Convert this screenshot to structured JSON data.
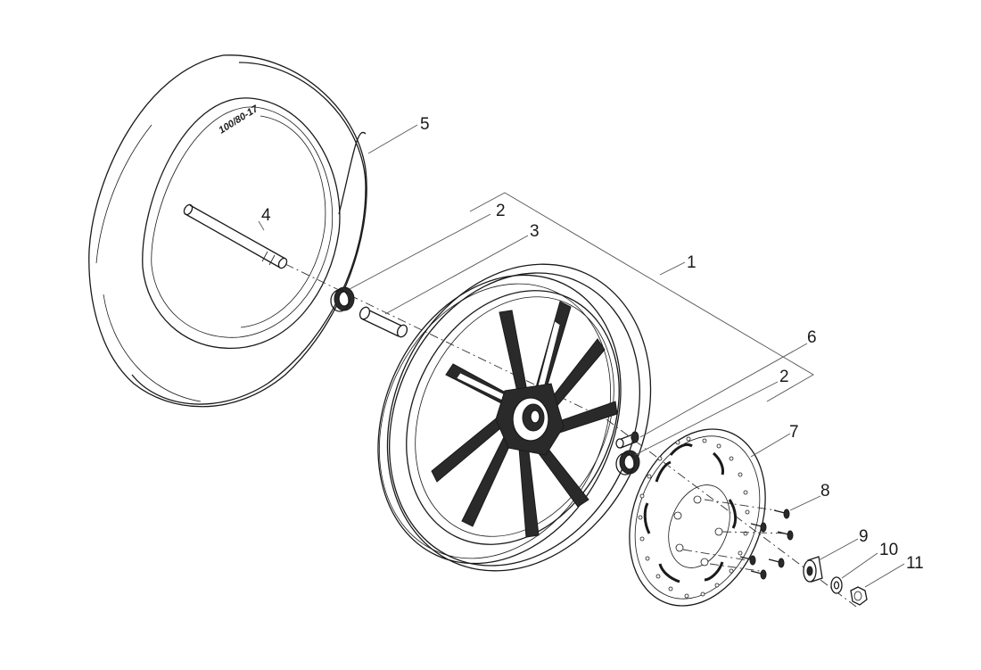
{
  "diagram": {
    "tire_marking": "100/80-17",
    "callouts": [
      {
        "id": "callout-1",
        "label": "1"
      },
      {
        "id": "callout-2a",
        "label": "2"
      },
      {
        "id": "callout-2b",
        "label": "2"
      },
      {
        "id": "callout-3",
        "label": "3"
      },
      {
        "id": "callout-4",
        "label": "4"
      },
      {
        "id": "callout-5",
        "label": "5"
      },
      {
        "id": "callout-6",
        "label": "6"
      },
      {
        "id": "callout-7",
        "label": "7"
      },
      {
        "id": "callout-8",
        "label": "8"
      },
      {
        "id": "callout-9",
        "label": "9"
      },
      {
        "id": "callout-10",
        "label": "10"
      },
      {
        "id": "callout-11",
        "label": "11"
      }
    ],
    "colors": {
      "line": "#1a1a1a",
      "background": "#ffffff"
    }
  }
}
